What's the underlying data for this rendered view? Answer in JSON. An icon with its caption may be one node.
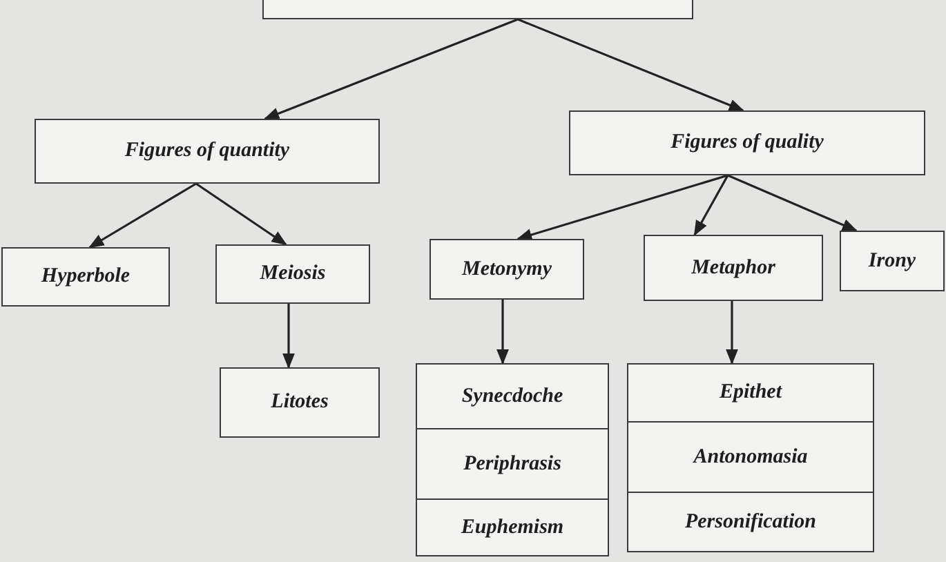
{
  "diagram": {
    "nodes": [
      {
        "text": [],
        "shape": "box"
      },
      {
        "text": [
          "Figures of quantity"
        ]
      },
      {
        "text": [
          "Figures of quality"
        ]
      },
      {
        "text": [
          "Hyperbole"
        ]
      },
      {
        "text": [
          "Meiosis"
        ]
      },
      {
        "text": [
          "Metonymy"
        ]
      },
      {
        "text": [
          "Metaphor"
        ]
      },
      {
        "text": [
          "Irony"
        ]
      },
      {
        "text": [
          "Litotes"
        ]
      },
      {
        "text": [
          "Synecdoche"
        ]
      },
      {
        "text": [
          "Periphrasis"
        ]
      },
      {
        "text": [
          "Euphemism"
        ]
      },
      {
        "text": [
          "Epithet"
        ]
      },
      {
        "text": [
          "Antonomasia"
        ]
      },
      {
        "text": [
          "Personification"
        ]
      }
    ],
    "edges": [
      {
        "from": 0,
        "to": 1,
        "arrow": "to"
      },
      {
        "from": 0,
        "to": 2,
        "arrow": "to"
      },
      {
        "from": 1,
        "to": 3,
        "arrow": "to"
      },
      {
        "from": 1,
        "to": 4,
        "arrow": "to"
      },
      {
        "from": 2,
        "to": 5,
        "arrow": "to"
      },
      {
        "from": 2,
        "to": 6,
        "arrow": "to"
      },
      {
        "from": 2,
        "to": 7,
        "arrow": "to"
      },
      {
        "from": 4,
        "to": 8,
        "arrow": "to"
      },
      {
        "from": 5,
        "to": 9,
        "arrow": "to"
      },
      {
        "from": 6,
        "to": 12,
        "arrow": "to"
      }
    ]
  }
}
